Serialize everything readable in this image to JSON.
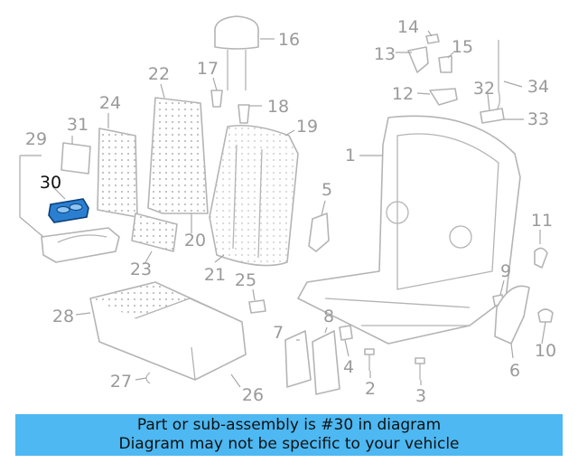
{
  "highlight": {
    "part_number": "30",
    "color": "#2a7fd0"
  },
  "colors": {
    "banner_bg": "#4db8f2",
    "line_art": "#b4b4b4",
    "callout_text": "#9a9a9a"
  },
  "callouts": [
    "1",
    "2",
    "3",
    "4",
    "5",
    "6",
    "7",
    "8",
    "9",
    "10",
    "11",
    "12",
    "13",
    "14",
    "15",
    "16",
    "17",
    "18",
    "19",
    "20",
    "21",
    "22",
    "23",
    "24",
    "25",
    "26",
    "27",
    "28",
    "29",
    "30",
    "31",
    "32",
    "33",
    "34"
  ],
  "banner": {
    "line1": "Part or sub-assembly is #30 in diagram",
    "line2": "Diagram may not be specific to your vehicle"
  }
}
